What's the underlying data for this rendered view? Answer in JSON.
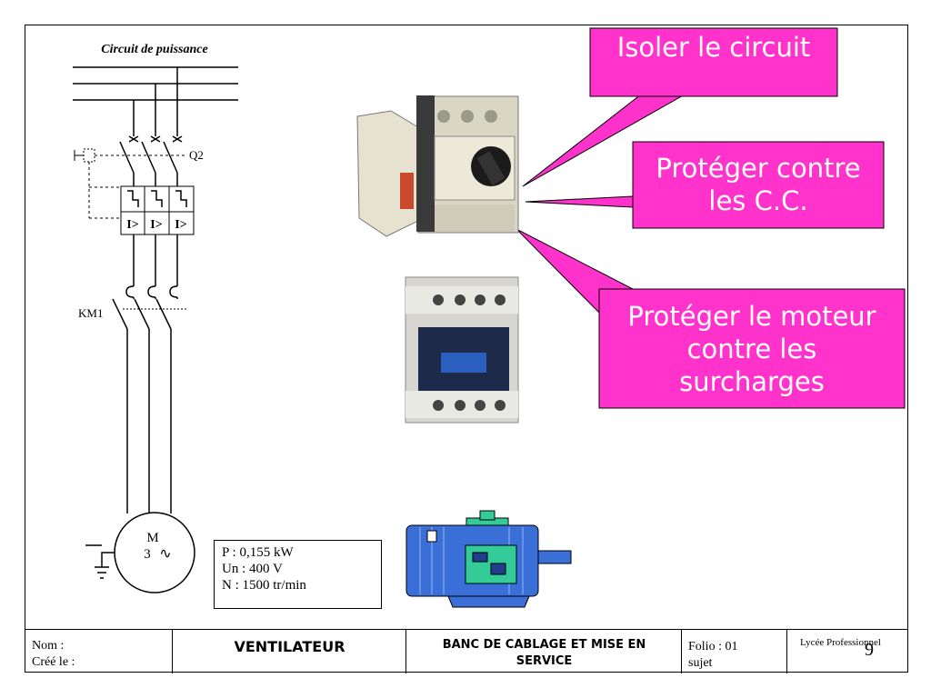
{
  "schema": {
    "title": "Circuit de puissance",
    "q2_label": "Q2",
    "km1_label": "KM1",
    "relay_symbol": "I>",
    "motor": {
      "letter": "M",
      "phases": "3",
      "phase_symbol": "∿"
    }
  },
  "specs": {
    "power": "P : 0,155 kW",
    "voltage": "Un : 400 V",
    "speed": "N : 1500 tr/min"
  },
  "callouts": {
    "isoler": "Isoler le circuit",
    "proteger_cc": [
      "Protéger contre",
      "les C.C."
    ],
    "proteger_moteur": [
      "Protéger le moteur",
      "contre les",
      "surcharges"
    ]
  },
  "colors": {
    "callout": "#ff33cc",
    "motor_body": "#3b6fd8",
    "motor_accent": "#33cc99"
  },
  "title_block": {
    "nom": "Nom :",
    "cree": "Créé le :",
    "project": "VENTILATEUR",
    "bench": "BANC DE CABLAGE ET MISE EN SERVICE",
    "folio": "Folio : 01",
    "sujet": "sujet",
    "school": "Lycée Professionnel",
    "page": "9"
  }
}
